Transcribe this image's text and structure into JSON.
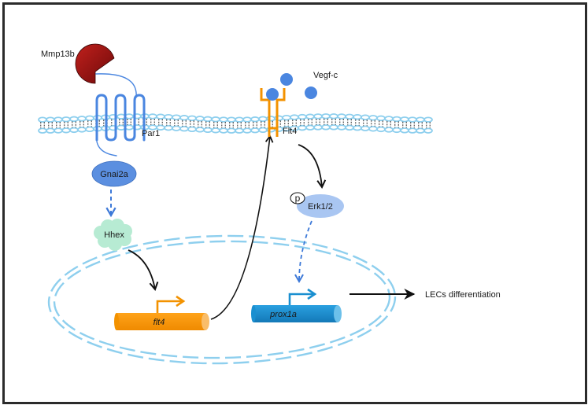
{
  "figure": {
    "title": "Mmp13b-Par1-Gnai2a-Hhex-Flt4-Erk1/2-prox1a signaling in LEC differentiation",
    "colors": {
      "membrane": "#8ecfee",
      "membrane_tail": "#1a1a1a",
      "par1": "#4a86e0",
      "mmp13b": "#a01414",
      "flt4_receptor": "#f39200",
      "vegfc": "#4a86e0",
      "gnai2a": "#5b8fe0",
      "hhex": "#b7ebd3",
      "erk": "#a9c6f2",
      "flt4_gene": "#f39200",
      "prox1a_gene": "#1a8fd0",
      "nucleus": "#8ecfee",
      "arrow_solid": "#111111",
      "arrow_dashed": "#3d79d8"
    }
  },
  "labels": {
    "mmp13b": "Mmp13b",
    "par1": "Par1",
    "vegfc": "Vegf-c",
    "flt4_receptor": "Flt4",
    "gnai2a": "Gnai2a",
    "hhex": "Hhex",
    "phospho": "p",
    "erk": "Erk1/2",
    "flt4_gene": "flt4",
    "prox1a_gene": "prox1a",
    "outcome": "LECs differentiation"
  },
  "pathway": [
    {
      "from": "Mmp13b",
      "to": "Par1",
      "type": "cleavage"
    },
    {
      "from": "Par1",
      "to": "Gnai2a",
      "type": "coupling"
    },
    {
      "from": "Gnai2a",
      "to": "Hhex",
      "type": "dashed-activation"
    },
    {
      "from": "Hhex",
      "to": "flt4",
      "type": "activation"
    },
    {
      "from": "flt4",
      "to": "Flt4",
      "type": "expression"
    },
    {
      "from": "Vegf-c",
      "to": "Flt4",
      "type": "binding"
    },
    {
      "from": "Flt4",
      "to": "Erk1/2",
      "type": "activation"
    },
    {
      "from": "Erk1/2",
      "to": "prox1a",
      "type": "dashed-activation"
    },
    {
      "from": "prox1a",
      "to": "LECs differentiation",
      "type": "activation"
    }
  ]
}
